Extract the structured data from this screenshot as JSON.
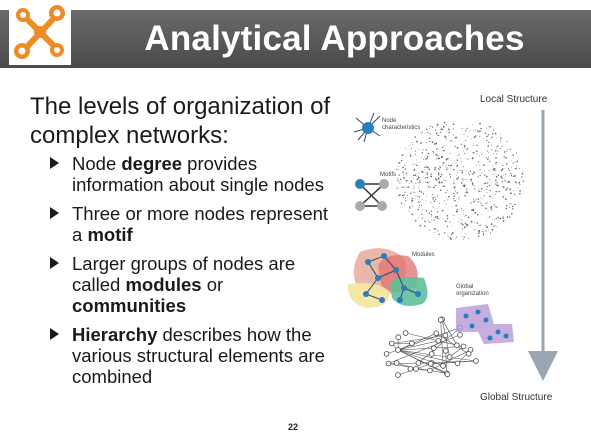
{
  "slide": {
    "title": "Analytical Approaches",
    "intro": "The levels of organization of complex networks:",
    "bullets": [
      {
        "parts": [
          {
            "text": "Node ",
            "bold": false
          },
          {
            "text": "degree",
            "bold": true
          },
          {
            "text": " provides information about single nodes",
            "bold": false
          }
        ]
      },
      {
        "parts": [
          {
            "text": "Three or more nodes represent a ",
            "bold": false
          },
          {
            "text": "motif",
            "bold": true
          }
        ]
      },
      {
        "parts": [
          {
            "text": "Larger groups of nodes are called ",
            "bold": false
          },
          {
            "text": "modules",
            "bold": true
          },
          {
            "text": " or ",
            "bold": false
          },
          {
            "text": "communities",
            "bold": true
          }
        ]
      },
      {
        "parts": [
          {
            "text": "Hierarchy",
            "bold": true
          },
          {
            "text": " describes how the various structural elements are combined",
            "bold": false
          }
        ]
      }
    ],
    "page_number": "22"
  },
  "figure": {
    "top_label": "Local Structure",
    "bottom_label": "Global Structure",
    "node_label": "Node characteristics",
    "motifs_label": "Motifs",
    "modules_label": "Modules",
    "global_label": "Global organization"
  },
  "colors": {
    "title_bar": "#555555",
    "logo_orange": "#f08a24",
    "arrow": "#9aa6b2",
    "node_blue": "#2a7fb8"
  }
}
